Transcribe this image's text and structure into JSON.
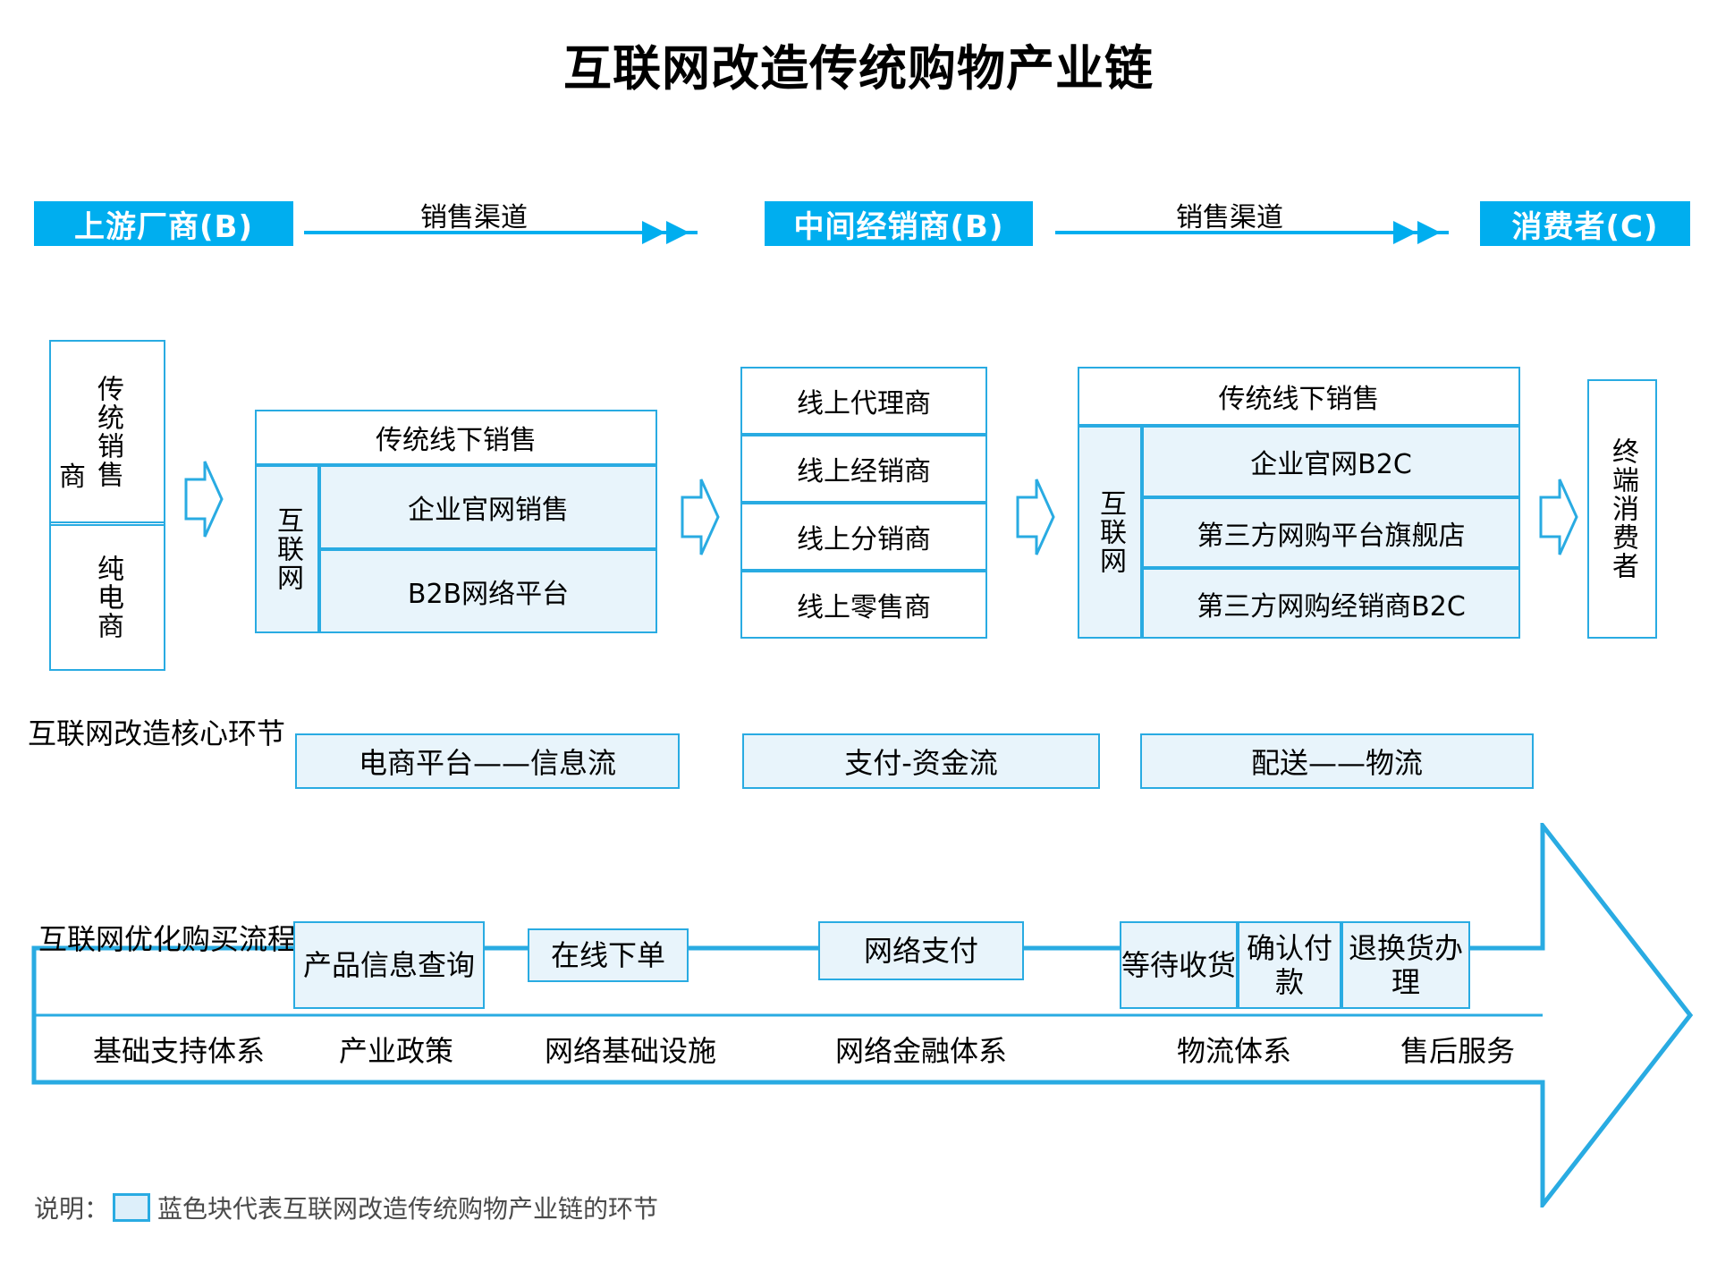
{
  "title": "互联网改造传统购物产业链",
  "colors": {
    "accent": "#00AEEF",
    "border": "#29ABE2",
    "fill": "#E8F4FB",
    "text": "#000000"
  },
  "chain": {
    "nodes": [
      {
        "label": "上游厂商(B)"
      },
      {
        "label": "中间经销商(B)"
      },
      {
        "label": "消费者(C)"
      }
    ],
    "connectors": [
      {
        "label": "销售渠道"
      },
      {
        "label": "销售渠道"
      }
    ]
  },
  "structure": {
    "left_group": {
      "outer_label": "商",
      "items": [
        {
          "label": "传统销售"
        },
        {
          "label": "纯电商"
        }
      ]
    },
    "group_upstream": {
      "header": "传统线下销售",
      "side_label": "互联网",
      "rows": [
        {
          "label": "企业官网销售"
        },
        {
          "label": "B2B网络平台"
        }
      ]
    },
    "group_middle": {
      "rows": [
        {
          "label": "线上代理商"
        },
        {
          "label": "线上经销商"
        },
        {
          "label": "线上分销商"
        },
        {
          "label": "线上零售商"
        }
      ]
    },
    "group_retail": {
      "header": "传统线下销售",
      "side_label": "互联网",
      "rows": [
        {
          "label": "企业官网B2C"
        },
        {
          "label": "第三方网购平台旗舰店"
        },
        {
          "label": "第三方网购经销商B2C"
        }
      ]
    },
    "group_consumer": {
      "label": "终端消费者"
    }
  },
  "core_links": {
    "label": "互联网改造核心环节",
    "items": [
      {
        "label": "电商平台——信息流"
      },
      {
        "label": "支付-资金流"
      },
      {
        "label": "配送——物流"
      }
    ]
  },
  "purchase_flow": {
    "label": "互联网优化购买流程",
    "steps": [
      {
        "label": "产品信息查询"
      },
      {
        "label": "在线下单"
      },
      {
        "label": "网络支付"
      },
      {
        "label": "等待收货"
      },
      {
        "label": "确认付款"
      },
      {
        "label": "退换货办理"
      }
    ]
  },
  "support_system": {
    "label": "基础支持体系",
    "items": [
      {
        "label": "产业政策"
      },
      {
        "label": "网络基础设施"
      },
      {
        "label": "网络金融体系"
      },
      {
        "label": "物流体系"
      },
      {
        "label": "售后服务"
      }
    ]
  },
  "legend": {
    "prefix": "说明：",
    "text": "蓝色块代表互联网改造传统购物产业链的环节"
  }
}
